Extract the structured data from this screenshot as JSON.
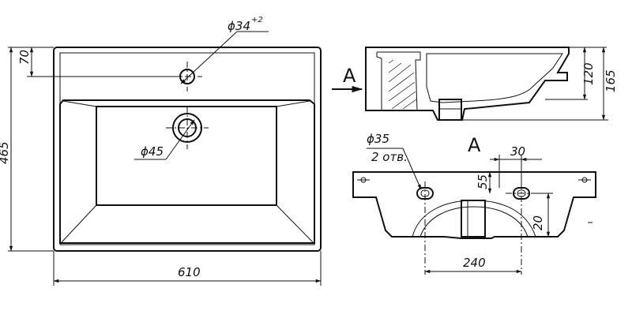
{
  "dimensions": {
    "width_610": "610",
    "height_465": "465",
    "offset_70": "70",
    "tap_hole": "ϕ34",
    "tap_hole_tol": "+2",
    "drain_hole": "ϕ45",
    "side_120": "120",
    "side_165": "165",
    "mount_hole": "ϕ35",
    "mount_qty": "2 отв.",
    "spacing_30": "30",
    "spacing_55": "55",
    "depth_20": "20",
    "span_240": "240"
  },
  "view_labels": {
    "arrow_a": "A",
    "section_a": "A"
  }
}
